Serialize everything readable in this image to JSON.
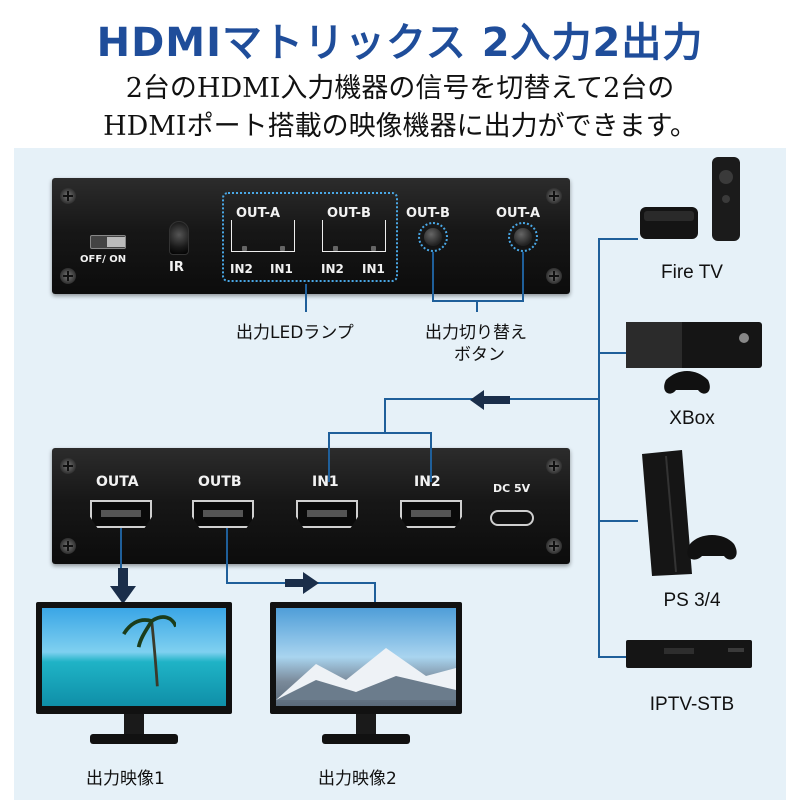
{
  "header": {
    "title": "HDMIマトリックス 2入力2出力",
    "subtitle_line1": "2台のHDMI入力機器の信号を切替えて2台の",
    "subtitle_line2": "HDMIポート搭載の映像機器に出力ができます。"
  },
  "front_panel": {
    "switch_label": "OFF/ ON",
    "ir_label": "IR",
    "led_group_a": "OUT-A",
    "led_group_b": "OUT-B",
    "led_in2": "IN2",
    "led_in1": "IN1",
    "button_b": "OUT-B",
    "button_a": "OUT-A"
  },
  "callouts": {
    "led_lamp": "出力LEDランプ",
    "switch_button_line1": "出力切り替え",
    "switch_button_line2": "ボタン"
  },
  "rear_panel": {
    "out_a": "OUTA",
    "out_b": "OUTB",
    "in1": "IN1",
    "in2": "IN2",
    "dc": "DC 5V"
  },
  "outputs": {
    "output1": "出力映像1",
    "output2": "出力映像2"
  },
  "sources": [
    "Fire TV",
    "XBox",
    "PS 3/4",
    "IPTV-STB"
  ],
  "colors": {
    "title": "#1f4d9a",
    "panel_bg": "#e6f1f8",
    "line": "#1f5f9a",
    "highlight": "#4aa8e6"
  }
}
